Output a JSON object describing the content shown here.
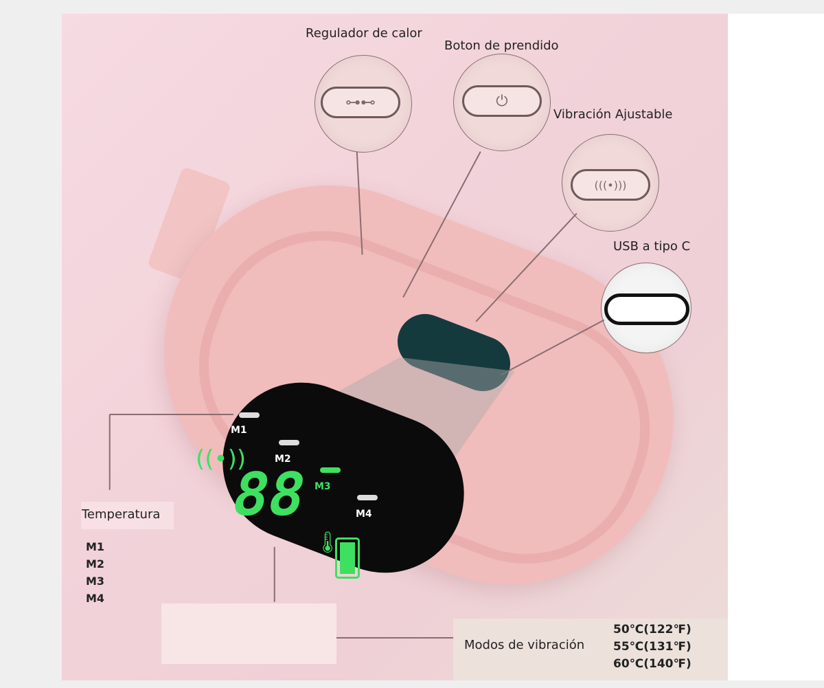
{
  "labels": {
    "heat_regulator": "Regulador de calor",
    "power_button": "Boton de prendido",
    "adjustable_vibration": "Vibración Ajustable",
    "usb": "USB a tipo C",
    "temperature": "Temperatura",
    "vibration_modes": "Modos de vibración"
  },
  "modes": [
    "M1",
    "M2",
    "M3",
    "M4"
  ],
  "temperatures": [
    "50℃(122℉)",
    "55℃(131℉)",
    "60℃(140℉)"
  ],
  "display": {
    "modes": [
      "M1",
      "M2",
      "M3",
      "M4"
    ],
    "digits": "88"
  },
  "colors": {
    "device": "#f1bcbc",
    "display_green": "#3ee060",
    "display_bg": "#0b0b0b"
  },
  "icons": [
    "key-icon",
    "power-icon",
    "vibration-icon",
    "usb-c-icon",
    "thermometer-icon",
    "battery-icon"
  ]
}
